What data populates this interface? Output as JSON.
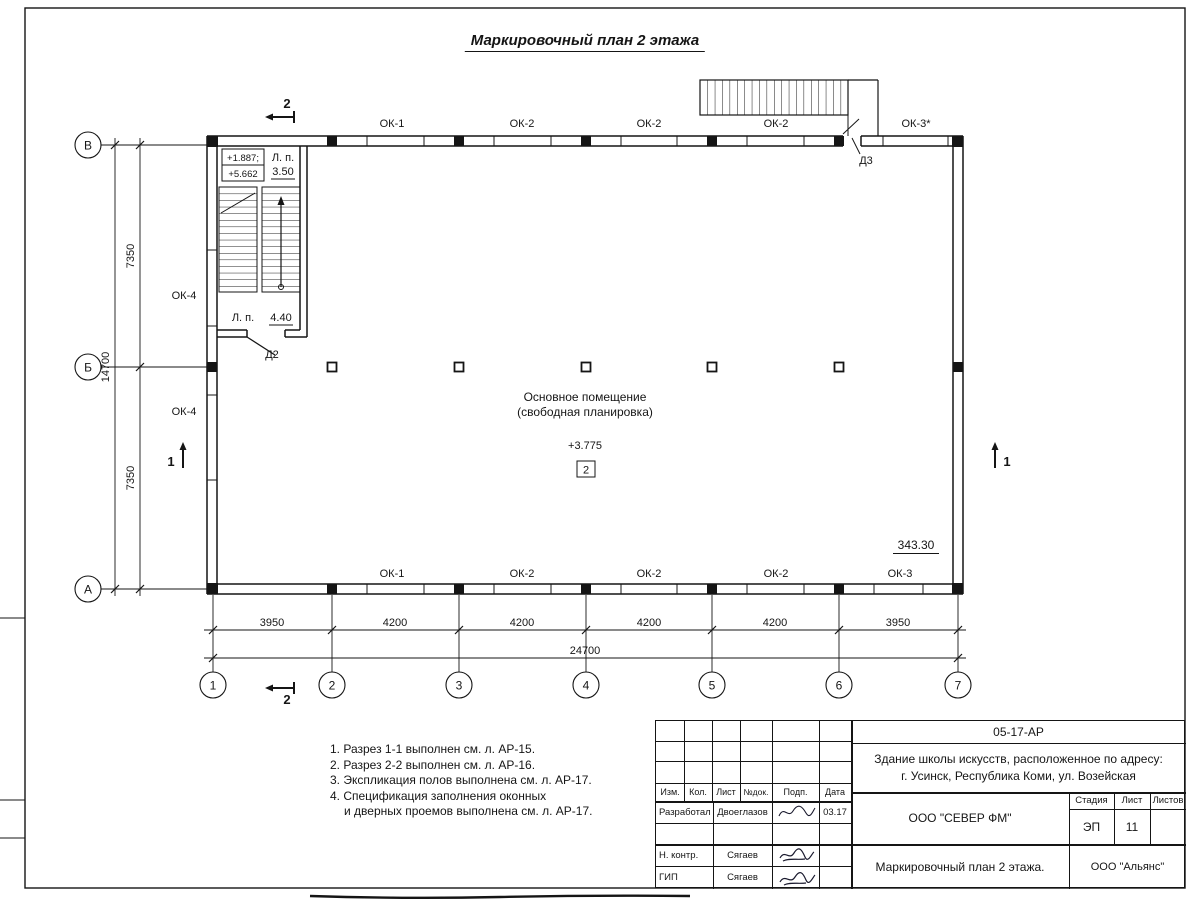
{
  "sheet": {
    "title": "Маркировочный план 2 этажа"
  },
  "plan": {
    "axis_rows": [
      "В",
      "Б",
      "А"
    ],
    "axis_cols": [
      "1",
      "2",
      "3",
      "4",
      "5",
      "6",
      "7"
    ],
    "windows_top": [
      "ОК-1",
      "ОК-2",
      "ОК-2",
      "ОК-2",
      "ОК-3*"
    ],
    "windows_bottom": [
      "ОК-1",
      "ОК-2",
      "ОК-2",
      "ОК-2",
      "ОК-3"
    ],
    "windows_left": [
      "ОК-4",
      "ОК-4"
    ],
    "door_d2": "Д2",
    "door_d3": "Д3",
    "stair_top": {
      "elev1": "+1.887;",
      "elev2": "+5.662",
      "label": "Л. п.",
      "value": "3.50"
    },
    "stair_bottom": {
      "label": "Л. п.",
      "value": "4.40"
    },
    "room": {
      "name1": "Основное помещение",
      "name2": "(свободная планировка)",
      "elevation": "+3.775",
      "number": "2"
    },
    "area": "343.30",
    "section_1": "1",
    "section_2": "2",
    "dims": {
      "left": [
        "7350",
        "7350"
      ],
      "left_total": "14700",
      "bottom": [
        "3950",
        "4200",
        "4200",
        "4200",
        "4200",
        "3950"
      ],
      "bottom_total": "24700"
    }
  },
  "notes": [
    "1. Разрез 1-1 выполнен см. л. АР-15.",
    "2. Разрез 2-2 выполнен см. л. АР-16.",
    "3. Экспликация полов выполнена см. л. АР-17.",
    "4. Спецификация заполнения оконных",
    "и дверных проемов выполнена см. л. АР-17."
  ],
  "titleblock": {
    "doc_code": "05-17-АР",
    "project_line1": "Здание школы искусств, расположенное по адресу:",
    "project_line2": "г. Усинск, Республика Коми, ул. Возейская",
    "columns": [
      "Изм.",
      "Кол.",
      "Лист",
      "№док.",
      "Подп.",
      "Дата"
    ],
    "row_developer": {
      "role": "Разработал",
      "name": "Двоеглазов",
      "date": "03.17"
    },
    "row_ncontrol": {
      "role": "Н. контр.",
      "name": "Сягаев"
    },
    "row_gip": {
      "role": "ГИП",
      "name": "Сягаев"
    },
    "company": "ООО \"СЕВЕР ФМ\"",
    "stage_label": "Стадия",
    "sheet_label": "Лист",
    "sheets_label": "Листов",
    "stage_value": "ЭП",
    "sheet_value": "11",
    "drawing_title": "Маркировочный план 2 этажа.",
    "company2": "ООО \"Альянс\""
  }
}
